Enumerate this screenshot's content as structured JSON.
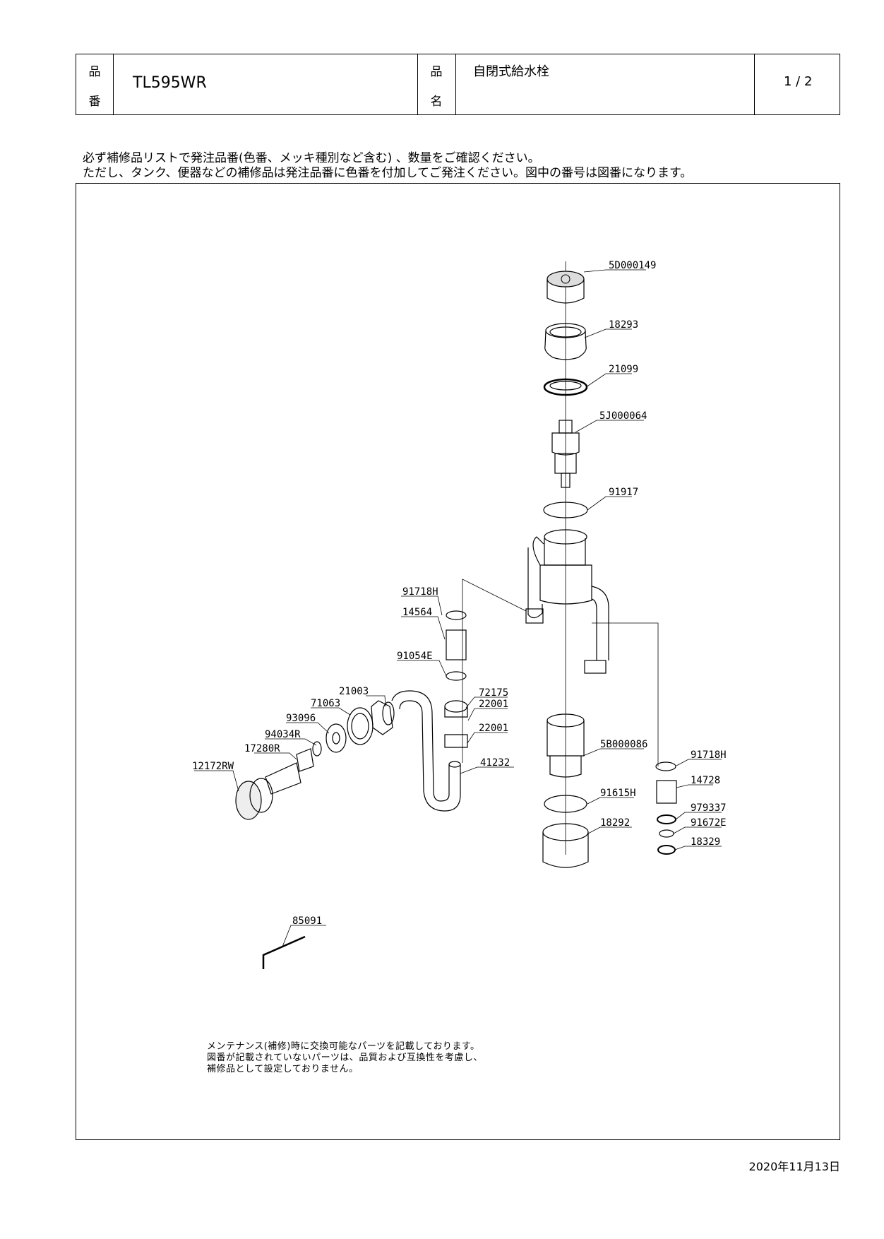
{
  "header": {
    "hinban_label_1": "品",
    "hinban_label_2": "番",
    "model": "TL595WR",
    "hinmei_label_1": "品",
    "hinmei_label_2": "名",
    "product_name": "自閉式給水栓",
    "page": "1 / 2"
  },
  "notes": {
    "line1": "必ず補修品リストで発注品番(色番、メッキ種別など含む) 、数量をご確認ください。",
    "line2": "ただし、タンク、便器などの補修品は発注品番に色番を付加してご発注ください。図中の番号は図番になります。"
  },
  "parts": {
    "p5d000149": "5D000149",
    "p18293": "18293",
    "p21099": "21099",
    "p5j000064": "5J000064",
    "p91917": "91917",
    "p91718h_a": "91718H",
    "p14564": "14564",
    "p91054e": "91054E",
    "p72175": "72175",
    "p21003": "21003",
    "p22001_a": "22001",
    "p71063": "71063",
    "p93096": "93096",
    "p22001_b": "22001",
    "p94034r": "94034R",
    "p17280r": "17280R",
    "p12172rw": "12172RW",
    "p41232": "41232",
    "p5b000086": "5B000086",
    "p91718h_b": "91718H",
    "p91615h": "91615H",
    "p14728": "14728",
    "p979337": "979337",
    "p18292": "18292",
    "p91672e": "91672E",
    "p18329": "18329",
    "p85091": "85091"
  },
  "disclaimer": {
    "line1": "メンテナンス(補修)時に交換可能なパーツを記載しております。",
    "line2": "図番が記載されていないパーツは、品質および互換性を考慮し、",
    "line3": "補修品として設定しておりません。"
  },
  "date": "2020年11月13日"
}
